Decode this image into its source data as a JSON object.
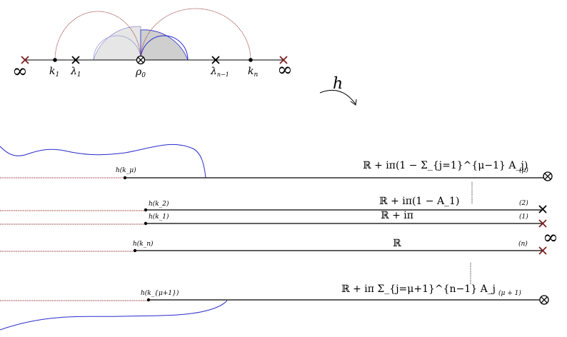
{
  "top_axis": {
    "labels": {
      "inf_left": "∞",
      "k1": "k",
      "k1_sub": "1",
      "lambda1": "λ",
      "lambda1_sub": "1",
      "rho0": "ρ",
      "rho0_sub": "0",
      "lambda_n1": "λ",
      "lambda_n1_sub": "n−1",
      "kn": "k",
      "kn_sub": "n",
      "inf_right": "∞"
    }
  },
  "map_label": "h",
  "bottom": {
    "infinity_label": "∞",
    "rays": [
      {
        "id": "mu",
        "start_label": "h(k_μ)",
        "line_label": "ℝ + iπ(1 − Σ_{j=1}^{μ−1} A_j)",
        "end_tag": "(μ)",
        "end_marker": "otimes"
      },
      {
        "id": "two",
        "start_label": "h(k_2)",
        "line_label": "ℝ + iπ(1 − A_1)",
        "end_tag": "(2)",
        "end_marker": "cross-black"
      },
      {
        "id": "one",
        "start_label": "h(k_1)",
        "line_label": "ℝ + iπ",
        "end_tag": "(1)",
        "end_marker": "cross-red"
      },
      {
        "id": "n",
        "start_label": "h(k_n)",
        "line_label": "ℝ",
        "end_tag": "(n)",
        "end_marker": "cross-red"
      },
      {
        "id": "mu1",
        "start_label": "h(k_{μ+1})",
        "line_label": "ℝ + iπ Σ_{j=μ+1}^{n−1} A_j",
        "end_tag": "(μ + 1)",
        "end_marker": "otimes"
      }
    ]
  },
  "colors": {
    "arc_red": "#9b3a3a",
    "cross_red": "#7a1f1f",
    "boundary_blue": "#2a2acc",
    "shade_light": "#e6e6e6",
    "shade_dark": "#cfcfcf"
  }
}
